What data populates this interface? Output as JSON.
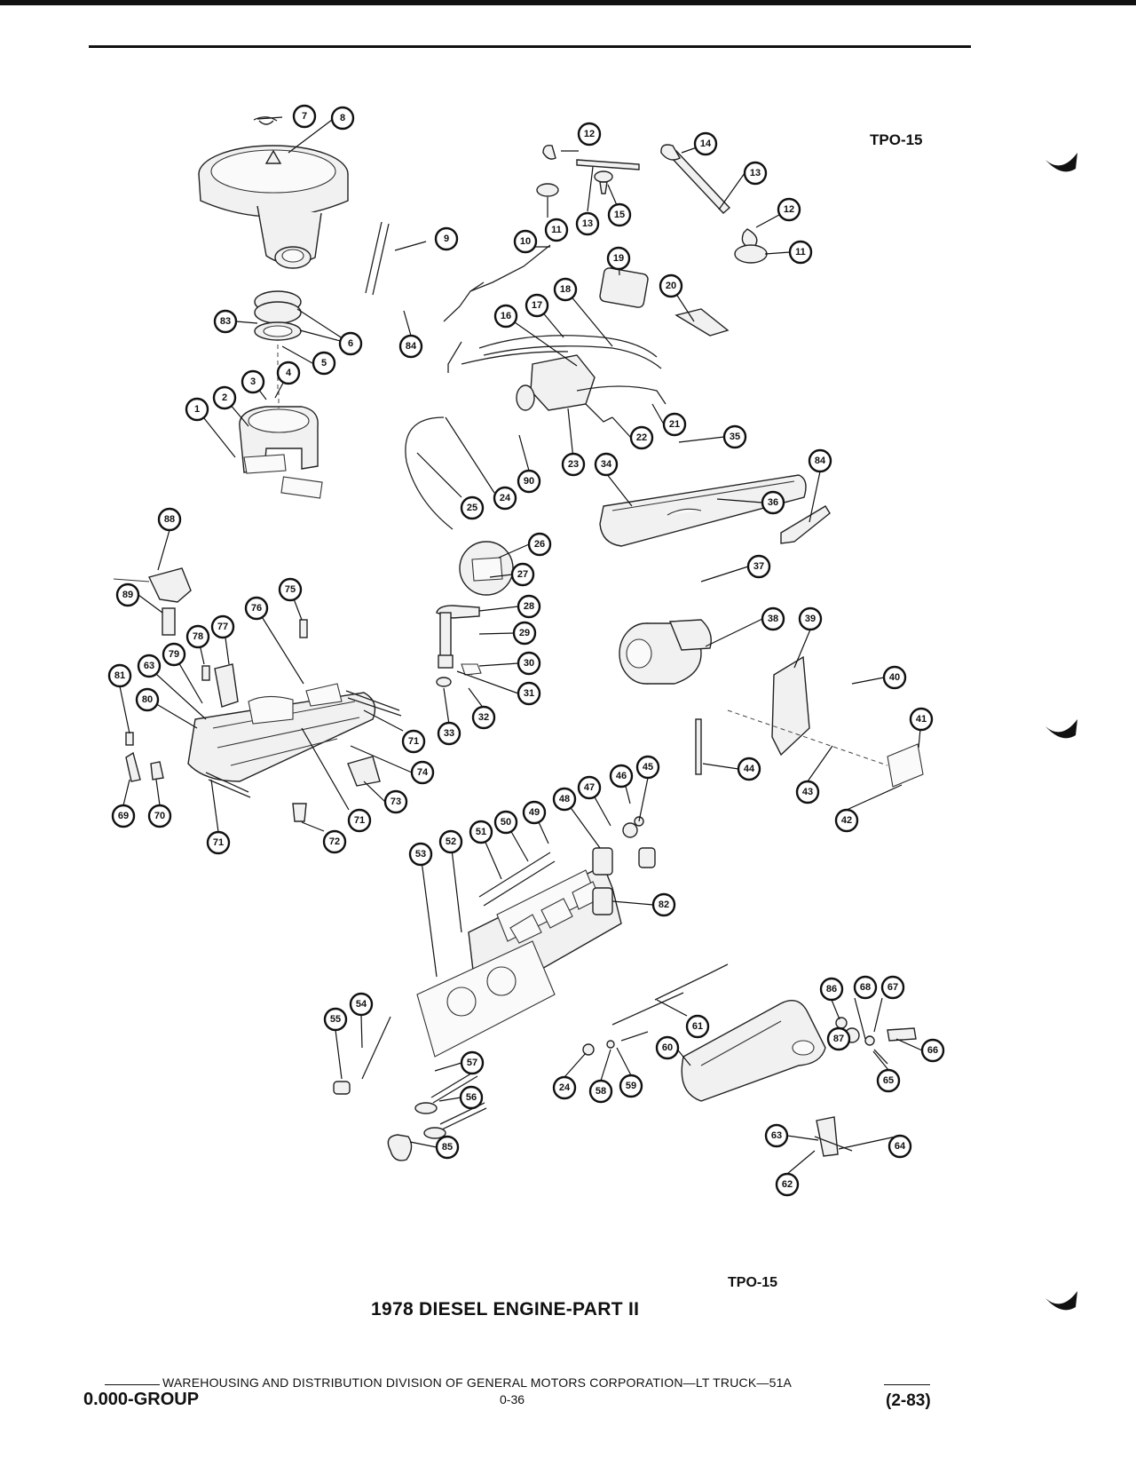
{
  "header": {
    "figure_ref_top": "TPO-15",
    "figure_ref_bottom": "TPO-15"
  },
  "title": "1978 DIESEL ENGINE-PART II",
  "footer": {
    "line": "WAREHOUSING AND DISTRIBUTION  DIVISION OF GENERAL MOTORS CORPORATION—LT TRUCK—51A",
    "group": "0.000-GROUP",
    "page": "0-36",
    "date": "(2-83)"
  },
  "callouts": [
    "1",
    "2",
    "3",
    "4",
    "5",
    "6",
    "7",
    "8",
    "9",
    "10",
    "11",
    "12",
    "13",
    "14",
    "15",
    "16",
    "17",
    "18",
    "19",
    "20",
    "21",
    "22",
    "23",
    "24",
    "25",
    "26",
    "27",
    "28",
    "29",
    "30",
    "31",
    "32",
    "33",
    "34",
    "35",
    "36",
    "37",
    "38",
    "39",
    "40",
    "41",
    "42",
    "43",
    "44",
    "45",
    "46",
    "47",
    "48",
    "49",
    "50",
    "51",
    "52",
    "53",
    "54",
    "55",
    "56",
    "57",
    "58",
    "59",
    "60",
    "61",
    "62",
    "63",
    "64",
    "65",
    "66",
    "67",
    "68",
    "69",
    "70",
    "71",
    "72",
    "73",
    "74",
    "75",
    "76",
    "77",
    "78",
    "79",
    "80",
    "81",
    "82",
    "83",
    "84",
    "85",
    "86",
    "87",
    "88",
    "89",
    "90"
  ]
}
